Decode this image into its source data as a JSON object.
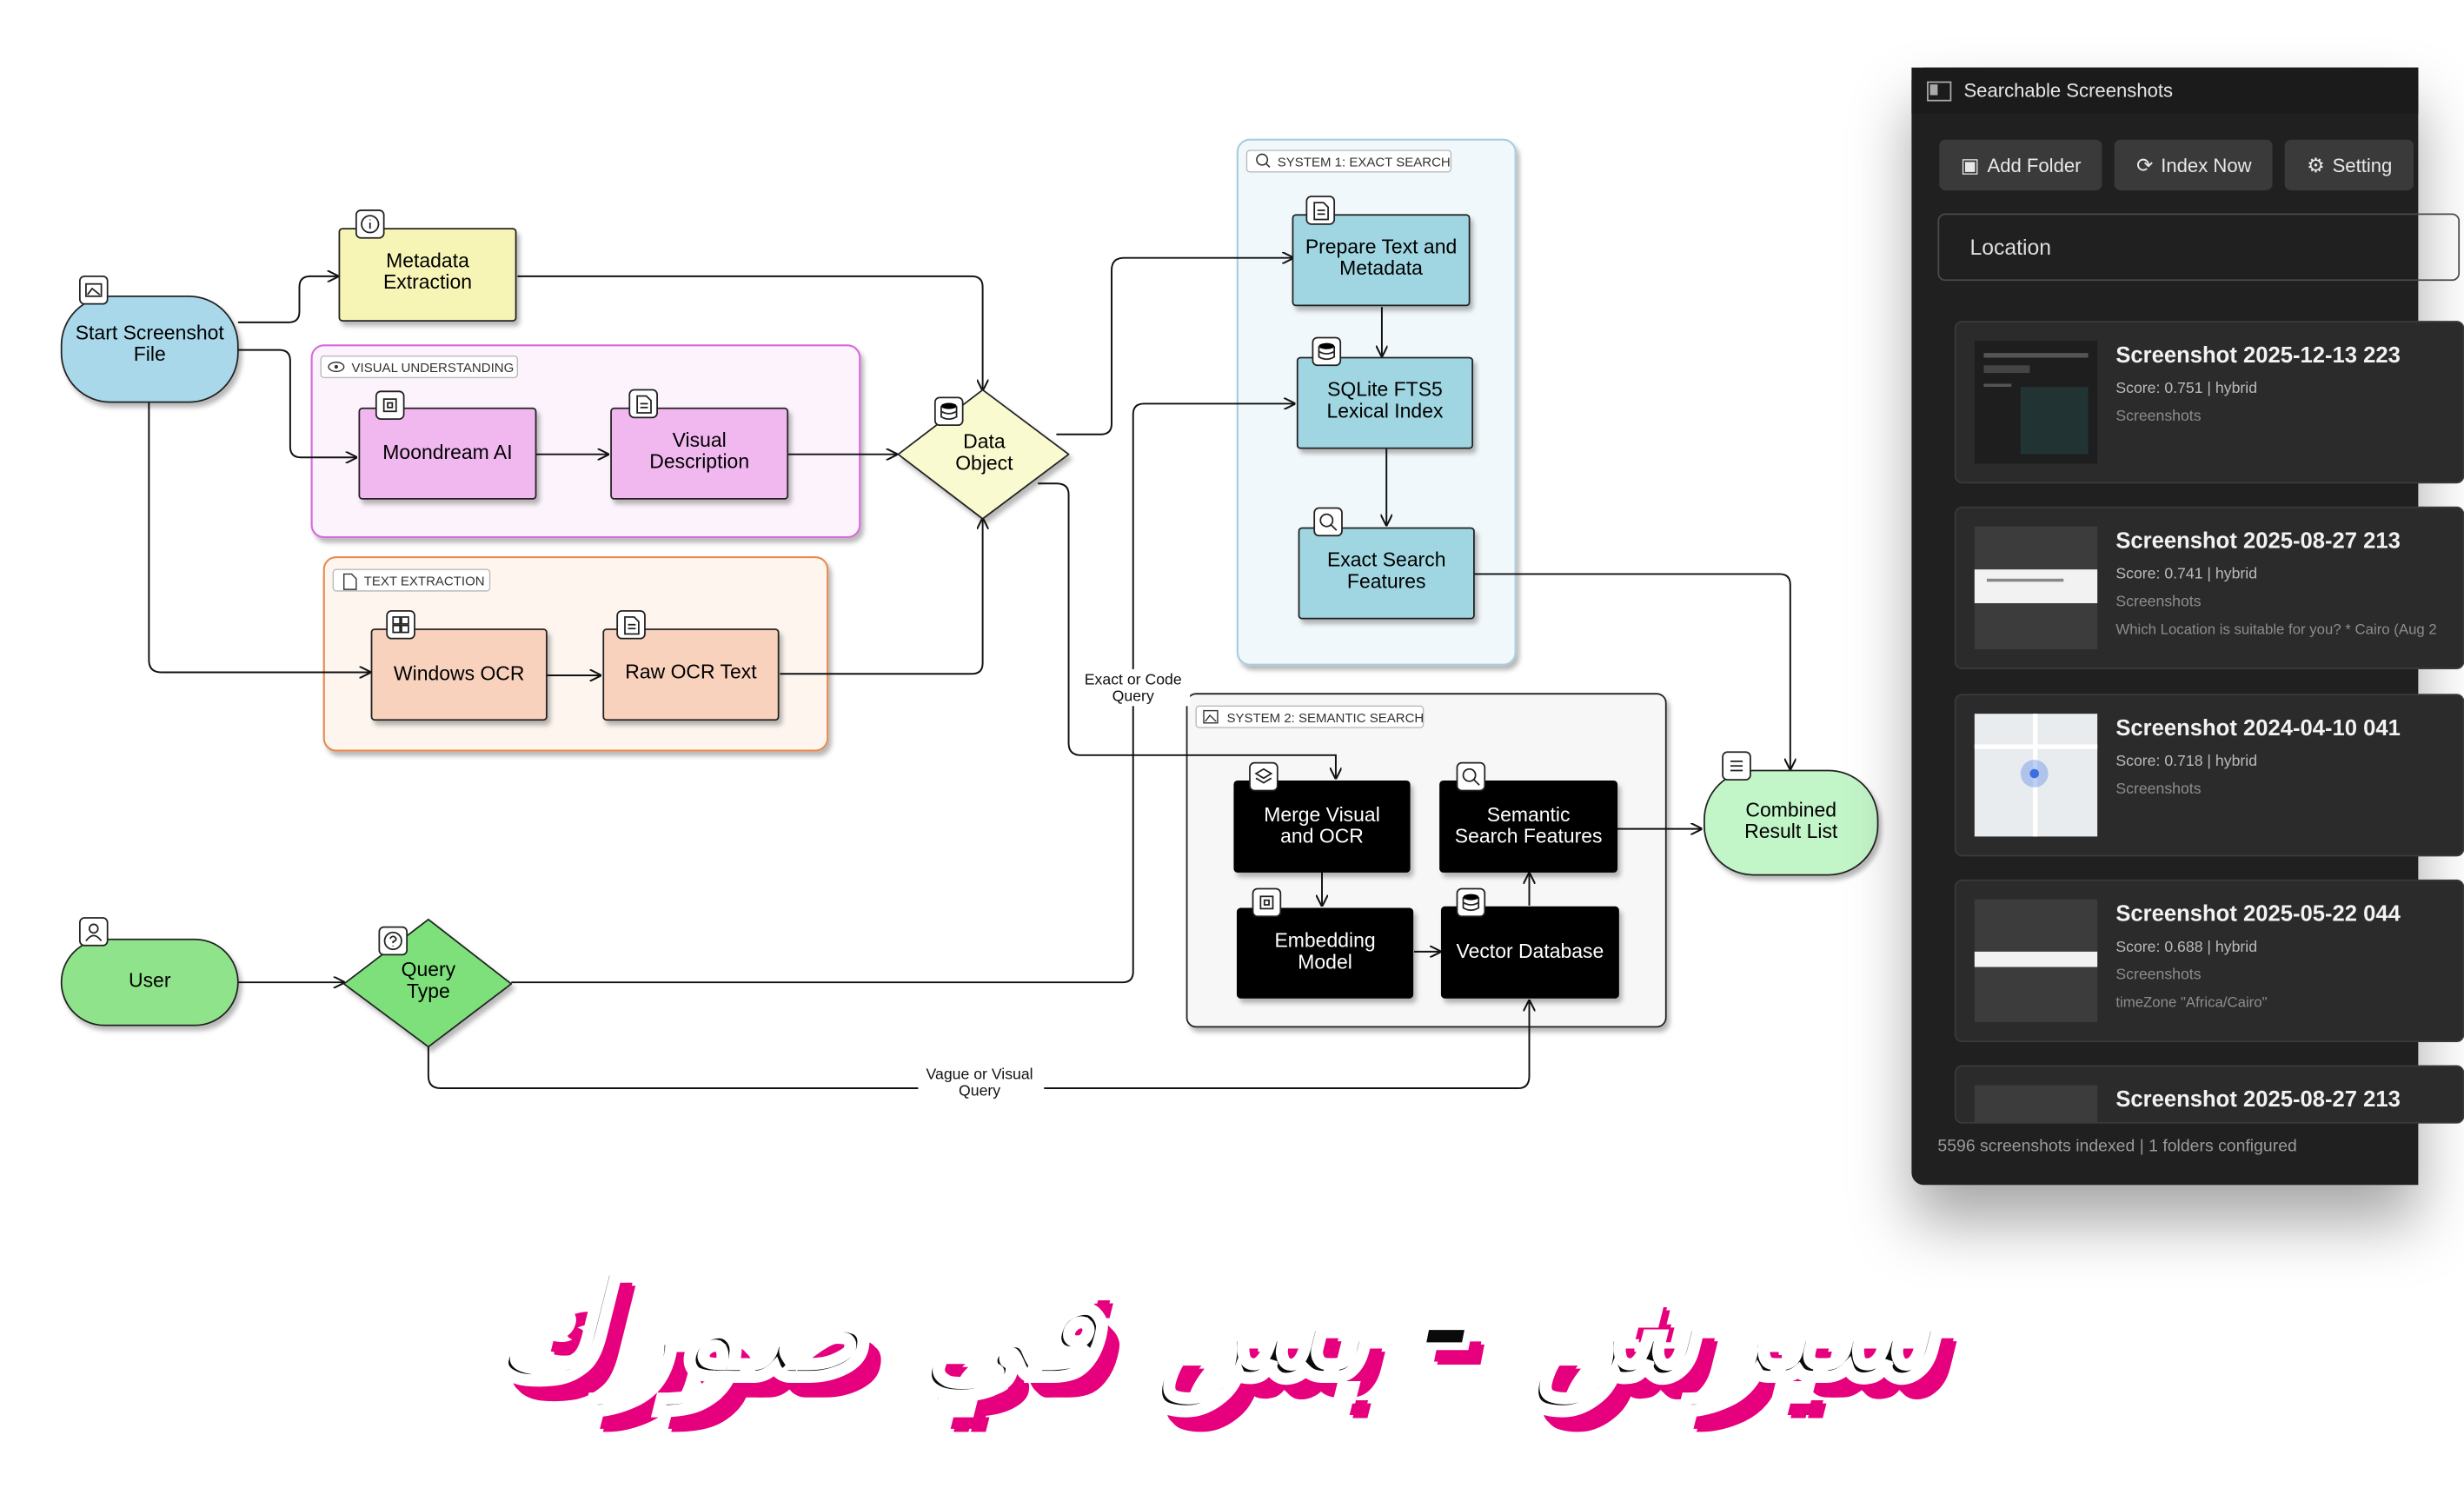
{
  "diagram": {
    "nodes": {
      "start": "Start Screenshot\nFile",
      "metadata": "Metadata\nExtraction",
      "moondream": "Moondream AI",
      "visual_desc": "Visual\nDescription",
      "windows_ocr": "Windows OCR",
      "raw_ocr": "Raw OCR Text",
      "data_object": "Data\nObject",
      "prepare": "Prepare Text and\nMetadata",
      "sqlite": "SQLite FTS5\nLexical Index",
      "exact_features": "Exact Search\nFeatures",
      "merge": "Merge Visual\nand OCR",
      "semantic_features": "Semantic\nSearch Features",
      "embedding": "Embedding\nModel",
      "vector_db": "Vector Database",
      "combined": "Combined\nResult List",
      "user": "User",
      "query_type": "Query\nType"
    },
    "groups": {
      "visual": "VISUAL UNDERSTANDING",
      "text": "TEXT EXTRACTION",
      "system1": "SYSTEM 1: EXACT SEARCH",
      "system2": "SYSTEM 2: SEMANTIC SEARCH"
    },
    "edge_labels": {
      "exact_query": "Exact or Code\nQuery",
      "vague_query": "Vague or Visual\nQuery"
    },
    "colors": {
      "start": "#a8d8ea",
      "metadata": "#f7f5b5",
      "moondream": "#f1b8f0",
      "ocr": "#f9d2bd",
      "data_object": "#fafad0",
      "system1": "#9fd6e2",
      "system2": "#000000",
      "combined": "#c2f5c8",
      "user": "#8fe38a",
      "query_type": "#7de07a",
      "visual_group_border": "#d56bdc",
      "text_group_border": "#e88a50",
      "system1_group_border": "#a9cde0"
    }
  },
  "app": {
    "window_title": "Searchable Screenshots",
    "toolbar": {
      "add_folder": "Add Folder",
      "index_now": "Index Now",
      "settings": "Setting"
    },
    "location_label": "Location",
    "results": [
      {
        "title": "Screenshot 2025-12-13 223",
        "score": "Score: 0.751 | hybrid",
        "folder": "Screenshots",
        "snippet": ""
      },
      {
        "title": "Screenshot 2025-08-27 213",
        "score": "Score: 0.741 | hybrid",
        "folder": "Screenshots",
        "snippet": "Which Location is suitable for you? * Cairo (Aug 2"
      },
      {
        "title": "Screenshot 2024-04-10 041",
        "score": "Score: 0.718 | hybrid",
        "folder": "Screenshots",
        "snippet": ""
      },
      {
        "title": "Screenshot 2025-05-22 044",
        "score": "Score: 0.688 | hybrid",
        "folder": "Screenshots",
        "snippet": "timeZone \"Africa/Cairo\""
      },
      {
        "title": "Screenshot 2025-08-27 213",
        "score": "",
        "folder": "",
        "snippet": ""
      }
    ],
    "status": "5596 screenshots indexed | 1 folders configured"
  },
  "headline": "سيرش - بس في صورك"
}
